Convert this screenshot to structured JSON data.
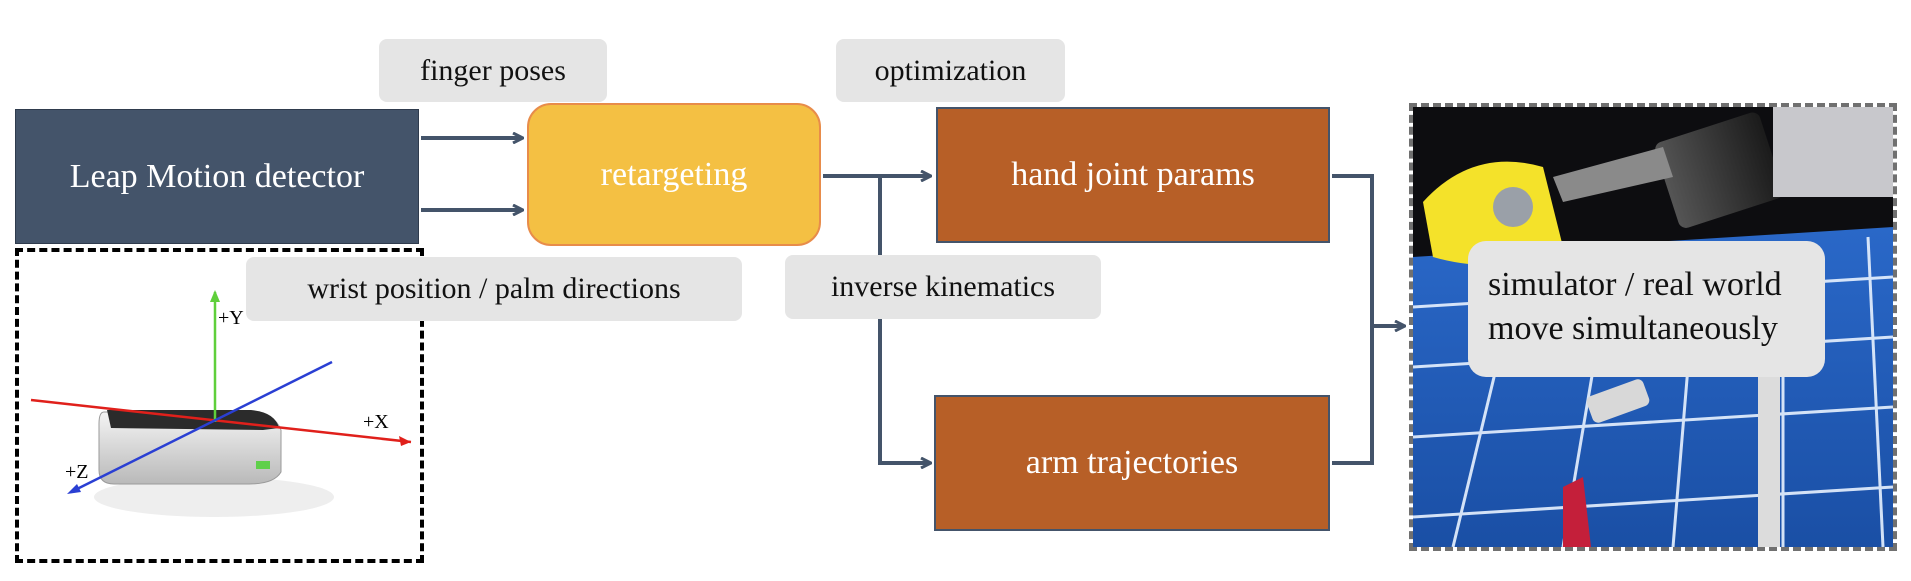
{
  "nodes": {
    "leap": "Leap Motion detector",
    "retargeting": "retargeting",
    "hand": "hand joint params",
    "arm": "arm trajectories"
  },
  "edge_labels": {
    "finger_poses": "finger poses",
    "wrist": "wrist position / palm directions",
    "optimization": "optimization",
    "ik": "inverse kinematics"
  },
  "sim_label": {
    "line1": "simulator / real world",
    "line2": "move simultaneously"
  },
  "axes": {
    "y": "+Y",
    "x": "+X",
    "z": "+Z"
  },
  "colors": {
    "leap": "#44546a",
    "retargeting": "#f4c043",
    "joint_boxes": "#b75f27",
    "arrows": "#44546a",
    "label_bg": "#e5e5e5",
    "axis_x": "#e0201b",
    "axis_y": "#5fcf3b",
    "axis_z": "#2a3fd3"
  }
}
